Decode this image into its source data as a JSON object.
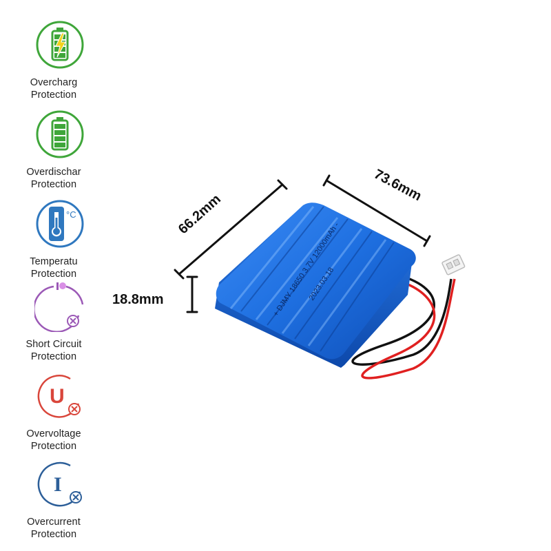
{
  "features": [
    {
      "icon": "battery-charging-icon",
      "line1": "Overcharg",
      "line2": "Protection",
      "color": "#3fa63a"
    },
    {
      "icon": "battery-full-icon",
      "line1": "Overdischar",
      "line2": "Protection",
      "color": "#3fa63a"
    },
    {
      "icon": "thermometer-icon",
      "line1": "Temperatu",
      "line2": "Protection",
      "color": "#2f78bf"
    },
    {
      "icon": "short-circuit-icon",
      "line1": "Short Circuit",
      "line2": "Protection",
      "color": "#9b59b6"
    },
    {
      "icon": "voltage-u-icon",
      "line1": "Overvoltage",
      "line2": "Protection",
      "color": "#d9463b"
    },
    {
      "icon": "current-i-icon",
      "line1": "Overcurrent",
      "line2": "Protection",
      "color": "#2d5f99"
    }
  ],
  "dimensions": {
    "width": "66.2mm",
    "length": "73.6mm",
    "thickness": "18.8mm"
  },
  "battery": {
    "label_line1": "+ DJMY 18650 3.7V 12000mAh -",
    "label_line2": "2023.03.18",
    "color": "#1e6fe0"
  }
}
